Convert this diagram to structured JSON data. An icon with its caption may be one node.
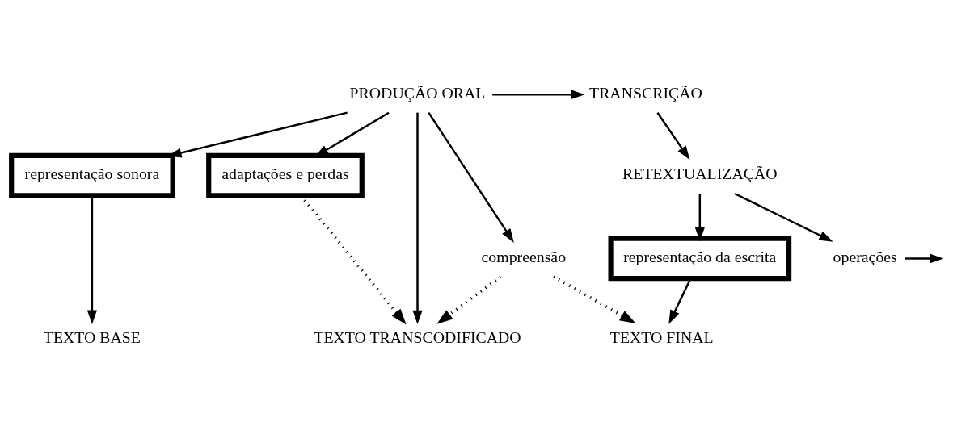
{
  "diagram": {
    "nodes": [
      {
        "text": [
          "PRODUÇÃO ORAL"
        ]
      },
      {
        "text": [
          "representação sonora"
        ]
      },
      {
        "text": [
          "compreensão"
        ]
      },
      {
        "text": [
          "adaptações e perdas"
        ]
      },
      {
        "text": [
          "TRANSCRIÇÃO"
        ]
      },
      {
        "text": [
          "RETEXTUALIZAÇÃO"
        ]
      },
      {
        "text": [
          "operações"
        ]
      },
      {
        "text": [
          "representação da escrita"
        ]
      },
      {
        "text": [
          "TEXTO BASE"
        ]
      },
      {
        "text": [
          "TEXTO TRANSCODIFICADO"
        ]
      },
      {
        "text": [
          "TEXTO FINAL"
        ]
      }
    ],
    "edges": [
      {
        "from": 0,
        "to": 1,
        "arrow": "to"
      },
      {
        "from": 0,
        "to": 4,
        "arrow": "to"
      },
      {
        "from": 0,
        "to": 2,
        "arrow": "to"
      },
      {
        "from": 0,
        "to": 3,
        "arrow": "to"
      },
      {
        "from": 0,
        "to": 9,
        "arrow": "to"
      },
      {
        "from": 1,
        "to": 8,
        "arrow": "to"
      },
      {
        "from": 4,
        "to": 5,
        "arrow": "to"
      },
      {
        "from": 5,
        "to": 6,
        "arrow": "to"
      },
      {
        "from": 5,
        "to": 7,
        "arrow": "to"
      },
      {
        "from": 6,
        "to": null,
        "arrow": "to"
      },
      {
        "from": 7,
        "to": 10,
        "arrow": "to"
      },
      {
        "from": 2,
        "to": 9,
        "arrow": "to",
        "style": "dashed"
      },
      {
        "from": 2,
        "to": 10,
        "arrow": "to",
        "style": "dashed"
      },
      {
        "from": 3,
        "to": 9,
        "arrow": "to",
        "style": "dashed"
      }
    ]
  }
}
